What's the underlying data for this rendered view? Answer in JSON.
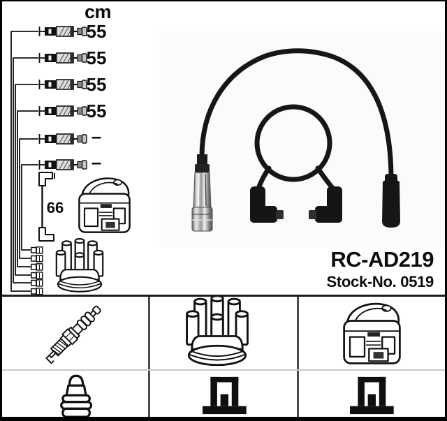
{
  "product": {
    "code": "RC-AD219",
    "stock_line": "Stock-No. 0519"
  },
  "length_table": {
    "unit": "cm",
    "values": [
      "55",
      "55",
      "55",
      "55",
      "–",
      "–"
    ],
    "coil_wire_value": "66"
  },
  "colors": {
    "ink": "#111111",
    "cable_black": "#161616",
    "metal_gray": "#9a9a9a",
    "grid_line_dark": "#4a4a4a",
    "grid_line_light": "#c8c8c8",
    "frame_black": "#000000",
    "background": "#ffffff"
  },
  "icons": {
    "spark_plug": "spark-plug-icon",
    "distributor_cap": "distributor-cap-icon",
    "ignition_coil": "ignition-coil-icon",
    "terminal_nut": "terminal-nut-icon",
    "din_terminal": "din-terminal-icon",
    "cable_set_photo": "ignition-cable-set-photo"
  }
}
